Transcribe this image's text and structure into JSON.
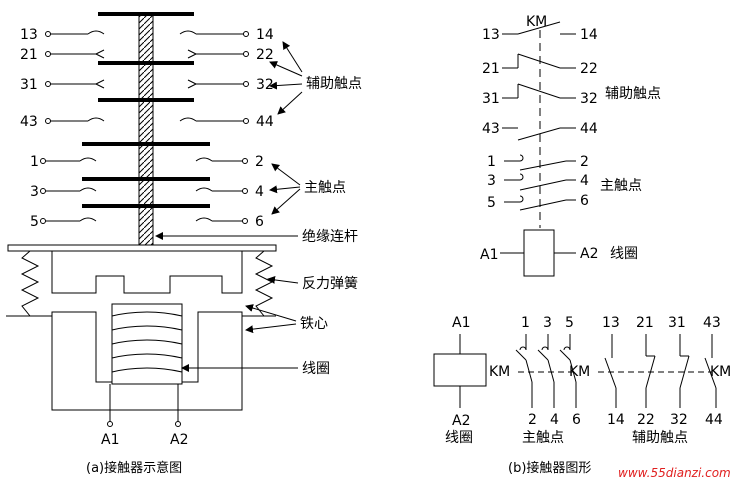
{
  "left": {
    "aux_terminals_left": [
      "13",
      "21",
      "31",
      "43"
    ],
    "aux_terminals_right": [
      "14",
      "22",
      "32",
      "44"
    ],
    "main_terminals_left": [
      "1",
      "3",
      "5"
    ],
    "main_terminals_right": [
      "2",
      "4",
      "6"
    ],
    "callouts": {
      "aux_contacts": "辅助触点",
      "main_contacts": "主触点",
      "insulated_rod": "绝缘连杆",
      "return_spring": "反力弹簧",
      "iron_core": "铁心",
      "coil": "线圈"
    },
    "coil_terminals": [
      "A1",
      "A2"
    ],
    "caption": "(a)接触器示意图"
  },
  "right_top": {
    "km": "KM",
    "aux_left": [
      "13",
      "21",
      "31",
      "43"
    ],
    "aux_right": [
      "14",
      "22",
      "32",
      "44"
    ],
    "aux_label": "辅助触点",
    "main_left": [
      "1",
      "3",
      "5"
    ],
    "main_right": [
      "2",
      "4",
      "6"
    ],
    "main_label": "主触点",
    "coil_a1": "A1",
    "coil_a2": "A2",
    "coil_label": "线圈"
  },
  "right_bottom": {
    "coil_top": "A1",
    "coil_km": "KM",
    "coil_bottom": "A2",
    "coil_label": "线圈",
    "main_top": [
      "1",
      "3",
      "5"
    ],
    "main_bottom": [
      "2",
      "4",
      "6"
    ],
    "main_km": "KM",
    "main_label": "主触点",
    "aux_top": [
      "13",
      "21",
      "31",
      "43"
    ],
    "aux_bottom": [
      "14",
      "22",
      "32",
      "44"
    ],
    "aux_km": "KM",
    "aux_label": "辅助触点",
    "caption": "(b)接触器图形"
  },
  "watermark": "www.55dianzi.com"
}
